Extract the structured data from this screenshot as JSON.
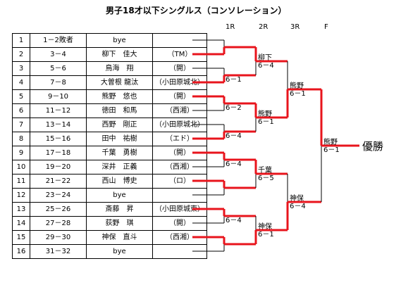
{
  "title": "男子18才以下シングルス（コンソレーション）",
  "rounds": [
    "1R",
    "2R",
    "3R",
    "F"
  ],
  "players": [
    {
      "no": "1",
      "rank": "1－2敗者",
      "name": "bye",
      "club": ""
    },
    {
      "no": "2",
      "rank": "3－4",
      "name": "柳下　佳大",
      "club": "（TM）"
    },
    {
      "no": "3",
      "rank": "5－6",
      "name": "鳥海　翔",
      "club": "（開）"
    },
    {
      "no": "4",
      "rank": "7－8",
      "name": "大曽根 龍汰",
      "club": "（小田原城北）"
    },
    {
      "no": "5",
      "rank": "9－10",
      "name": "熊野　悠也",
      "club": "（開）"
    },
    {
      "no": "6",
      "rank": "11－12",
      "name": "徳田　和馬",
      "club": "（西湘）"
    },
    {
      "no": "7",
      "rank": "13－14",
      "name": "西野　剛正",
      "club": "（小田原城北）"
    },
    {
      "no": "8",
      "rank": "15－16",
      "name": "田中　祐樹",
      "club": "（エド）"
    },
    {
      "no": "9",
      "rank": "17－18",
      "name": "千葉　勇樹",
      "club": "（開）"
    },
    {
      "no": "10",
      "rank": "19－20",
      "name": "深井　正義",
      "club": "（西湘）"
    },
    {
      "no": "11",
      "rank": "21－22",
      "name": "西山　博史",
      "club": "（ロ）"
    },
    {
      "no": "12",
      "rank": "23－24",
      "name": "bye",
      "club": ""
    },
    {
      "no": "13",
      "rank": "25－26",
      "name": "斎藤　昇",
      "club": "（小田原城東）"
    },
    {
      "no": "14",
      "rank": "27－28",
      "name": "荻野　琪",
      "club": "（開）"
    },
    {
      "no": "15",
      "rank": "29－30",
      "name": "神保　直斗",
      "club": "（西湘）"
    },
    {
      "no": "16",
      "rank": "31－32",
      "name": "bye",
      "club": ""
    }
  ],
  "bracket": {
    "r1": [
      {
        "winner": 2,
        "score": ""
      },
      {
        "winner": 4,
        "score": "6－1"
      },
      {
        "winner": 5,
        "score": "6－2"
      },
      {
        "winner": 8,
        "score": "6－4"
      },
      {
        "winner": 9,
        "score": "6－4"
      },
      {
        "winner": 11,
        "score": ""
      },
      {
        "winner": 13,
        "score": "6－4"
      },
      {
        "winner": 15,
        "score": ""
      }
    ],
    "r2": [
      {
        "winner_side": "top",
        "name": "柳下",
        "score": "6－4"
      },
      {
        "winner_side": "top",
        "name": "熊野",
        "score": "6－1"
      },
      {
        "winner_side": "top",
        "name": "千葉",
        "score": "6－5"
      },
      {
        "winner_side": "bottom",
        "name": "神保",
        "score": "6－1"
      }
    ],
    "r3": [
      {
        "winner_side": "bottom",
        "name": "熊野",
        "score": "6－1"
      },
      {
        "winner_side": "bottom",
        "name": "神保",
        "score": "6－4"
      }
    ],
    "final": {
      "winner_side": "top",
      "name": "熊野",
      "score": "6－1"
    },
    "champion_label": "優勝"
  },
  "colors": {
    "win": "#e8141c",
    "line": "#000000"
  }
}
